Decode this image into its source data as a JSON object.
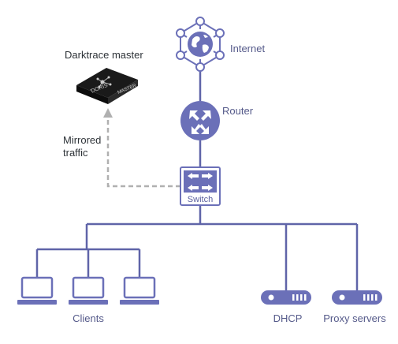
{
  "labels": {
    "darktrace": "Darktrace master",
    "internet": "Internet",
    "router": "Router",
    "mirrored_line1": "Mirrored",
    "mirrored_line2": "traffic",
    "switch": "Switch",
    "clients": "Clients",
    "dhcp": "DHCP",
    "proxy": "Proxy servers"
  },
  "appliance": {
    "brand": "ƊORIS",
    "model": "MASTER"
  },
  "colors": {
    "line": "#5f64a8",
    "node": "#6b70b8",
    "mirror": "#b0b0b0",
    "label": "#555a8a",
    "appliance": "#1a1a1a"
  },
  "icons": [
    "globe-network-icon",
    "router-icon",
    "switch-icon",
    "laptop-icon",
    "server-icon",
    "appliance-icon"
  ]
}
